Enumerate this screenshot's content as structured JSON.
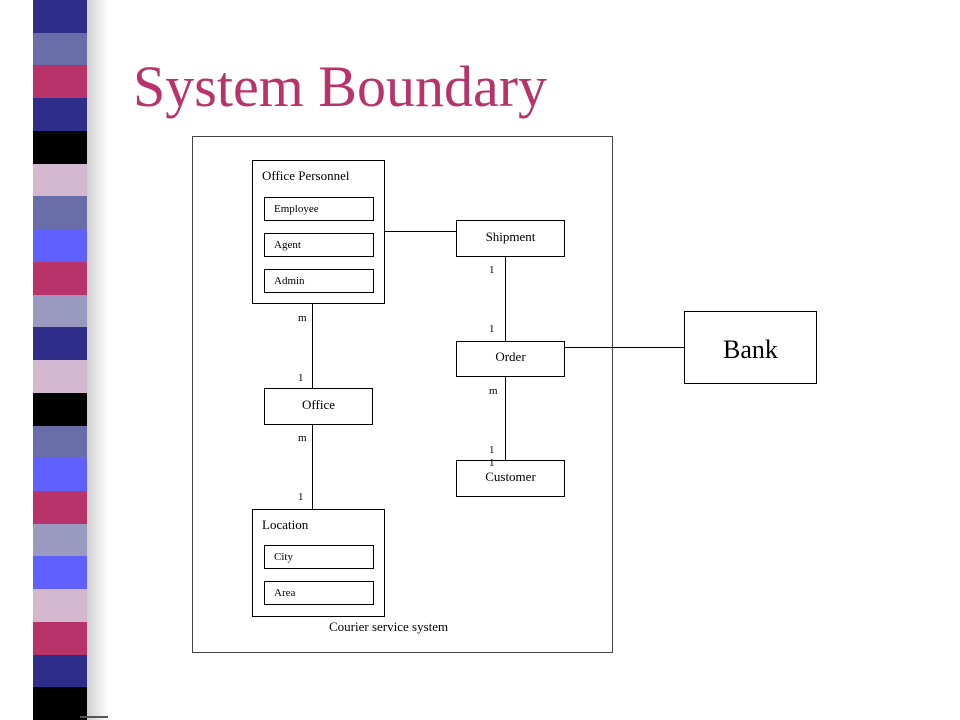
{
  "slide": {
    "title": "System Boundary",
    "stripe_colors": [
      "#2e2e8a",
      "#6a6ea8",
      "#b8336a",
      "#2e2e8a",
      "#000000",
      "#d4b8cf",
      "#6a6ea8",
      "#6060ff",
      "#b8336a",
      "#9a9ac0",
      "#2e2e8a",
      "#d4b8cf",
      "#000000",
      "#6a6ea8",
      "#6060ff",
      "#b8336a",
      "#9a9ac0",
      "#6060ff",
      "#d4b8cf",
      "#b8336a",
      "#2e2e8a",
      "#000000"
    ]
  },
  "diagram": {
    "system_label": "Courier service system",
    "office_personnel": {
      "title": "Office Personnel",
      "attributes": [
        "Employee",
        "Agent",
        "Admin"
      ]
    },
    "shipment": {
      "label": "Shipment"
    },
    "order": {
      "label": "Order"
    },
    "customer": {
      "label": "Customer"
    },
    "office": {
      "label": "Office"
    },
    "location": {
      "title": "Location",
      "attributes": [
        "City",
        "Area"
      ]
    },
    "bank": {
      "label": "Bank"
    },
    "multiplicities": {
      "personnel_office_top": "m",
      "personnel_office_bottom": "1",
      "office_location_top": "m",
      "office_location_bottom": "1",
      "shipment_order_top": "1",
      "shipment_order_bottom": "1",
      "order_customer_top": "m",
      "order_customer_bottom_a": "1",
      "order_customer_bottom_b": "1"
    }
  }
}
